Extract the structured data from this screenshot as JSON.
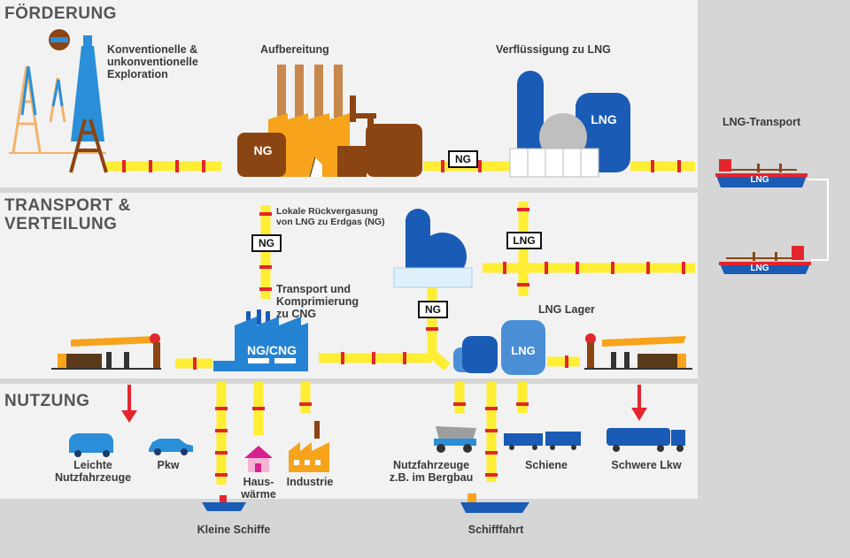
{
  "sections": {
    "foerderung": "FÖRDERUNG",
    "transport": "TRANSPORT &\nVERTEILUNG",
    "nutzung": "NUTZUNG"
  },
  "labels": {
    "exploration": "Konventionelle &\nunkonventionelle\nExploration",
    "aufbereitung": "Aufbereitung",
    "verfluessigung": "Verflüssigung zu LNG",
    "lng_transport": "LNG-Transport",
    "rueckvergasung": "Lokale Rückvergasung\nvon LNG zu Erdgas (NG)",
    "komprimierung": "Transport und\nKomprimierung\nzu CNG",
    "lng_lager": "LNG Lager",
    "leichte_nfz": "Leichte\nNutzfahrzeuge",
    "pkw": "Pkw",
    "hauswaerme": "Haus-\nwärme",
    "industrie": "Industrie",
    "nutzfahrzeuge_bergbau": "Nutzfahrzeuge\nz.B. im Bergbau",
    "schiene": "Schiene",
    "schwere_lkw": "Schwere Lkw",
    "kleine_schiffe": "Kleine Schiffe",
    "schifffahrt": "Schifffahrt"
  },
  "tags": {
    "ng_factory": "NG",
    "ng_pipe_top": "NG",
    "lng_tank_top": "LNG",
    "ng_pipe_left": "NG",
    "lng_pipe_mid": "LNG",
    "ng_pipe_regas": "NG",
    "ngcng_building": "NG/CNG",
    "lng_storage": "LNG",
    "lng_ship_top": "LNG",
    "lng_ship_bottom": "LNG"
  },
  "colors": {
    "background": "#d6d6d6",
    "panel": "#f2f2f2",
    "pipe_yellow": "#ffee33",
    "pipe_red": "#e3262e",
    "blue": "#1a5bb5",
    "orange": "#f7a31c",
    "brown": "#8b4513"
  }
}
